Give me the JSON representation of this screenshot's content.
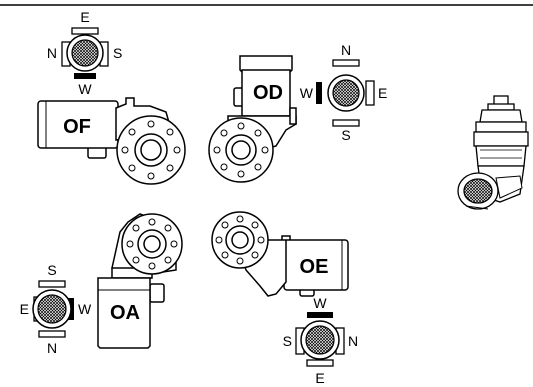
{
  "colors": {
    "line": "#000000",
    "fill": "#ffffff",
    "hatch": "#000000"
  },
  "assemblies": {
    "of": {
      "label": "OF",
      "compass": {
        "top": "E",
        "left": "N",
        "right": "S",
        "bottom": "W"
      }
    },
    "od": {
      "label": "OD",
      "compass": {
        "top": "N",
        "left": "W",
        "right": "E",
        "bottom": "S"
      }
    },
    "oa": {
      "label": "OA",
      "compass": {
        "top": "S",
        "left": "E",
        "right": "W",
        "bottom": "N"
      }
    },
    "oe": {
      "label": "OE",
      "compass": {
        "top": "W",
        "left": "S",
        "right": "N",
        "bottom": "E"
      }
    }
  }
}
